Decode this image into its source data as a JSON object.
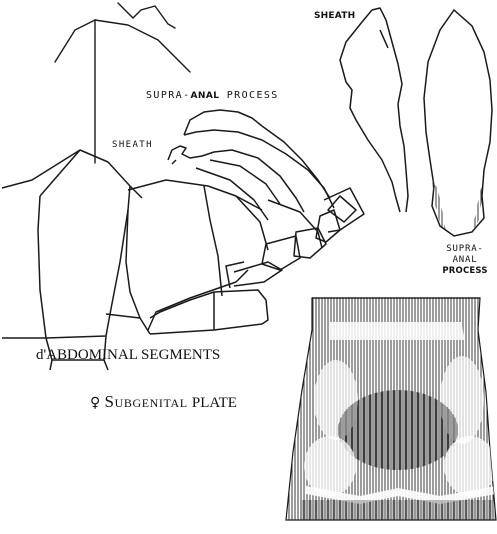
{
  "figure": {
    "colors": {
      "ink": "#1a1a1a",
      "hatch": "#3a3a3a",
      "paper": "#ffffff"
    },
    "labels": {
      "sheath_top": "SHEATH",
      "supra_anal_side_prefix": "SUPRA-",
      "supra_anal_side_mid": "ANAL",
      "supra_anal_side_suffix": "PROCESS",
      "sheath_side": "SHEATH",
      "supra_anal_dorsal_1": "SUPRA-",
      "supra_anal_dorsal_2": "ANAL",
      "supra_anal_dorsal_3": "PROCESS",
      "abdominal_caption": "d'ABDOMINAL SEGMENTS",
      "subgenital_symbol": "♀",
      "subgenital_word": "Subgenital",
      "subgenital_plate": "PLATE"
    }
  }
}
